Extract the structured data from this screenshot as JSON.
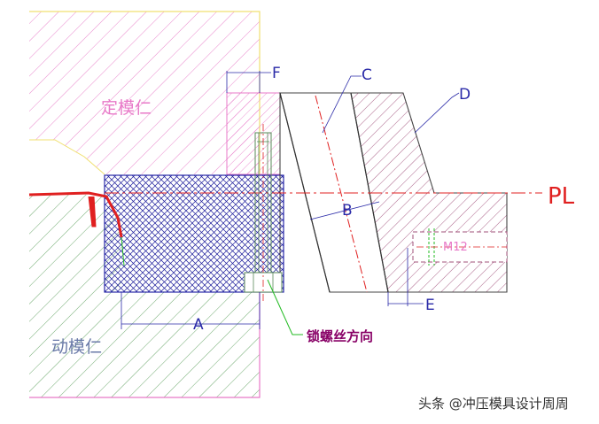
{
  "labels": {
    "fixed_insert": "定模仁",
    "moving_insert": "动模仁",
    "lock_screw_direction": "锁螺丝方向",
    "pl": "PL",
    "dim_a": "A",
    "dim_b": "B",
    "dim_c": "C",
    "dim_d": "D",
    "dim_e": "E",
    "dim_f": "F",
    "thread": "M12"
  },
  "watermark": "头条 @冲压模具设计周周",
  "colors": {
    "fixed_hatch": "#e879c8",
    "fixed_border": "#f0e070",
    "moving_hatch": "#5fa05f",
    "moving_border": "#e879c8",
    "slider_fill": "#1a1a9a",
    "block_hatch": "#a0507a",
    "centerline": "#e02020",
    "dimension": "#2a2aa8",
    "leader_green": "#22bb22",
    "label_purple": "#880066",
    "bolt": "#5a8a5a"
  }
}
